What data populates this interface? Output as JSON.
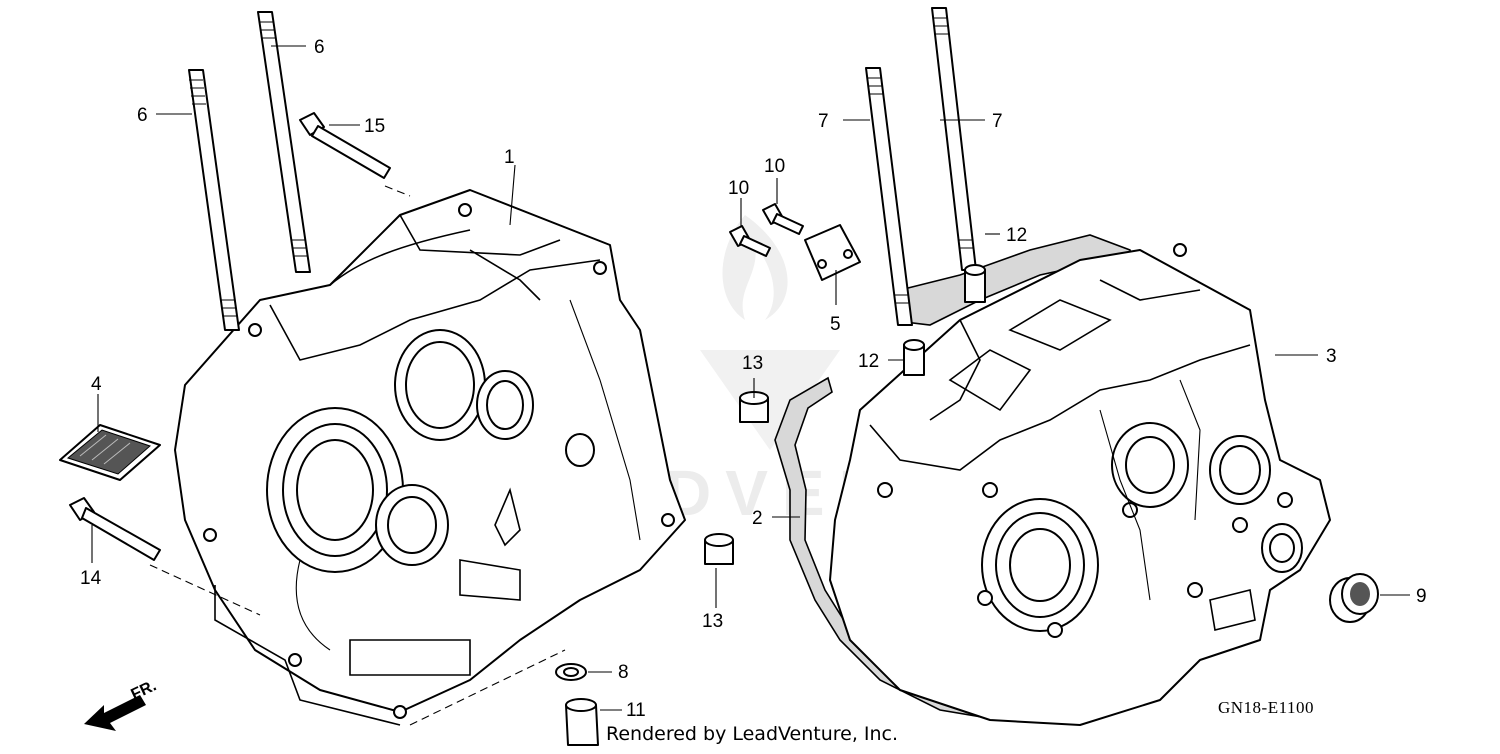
{
  "diagram": {
    "reference_code": "GN18-E1100",
    "credit": "Rendered by LeadVenture, Inc.",
    "front_arrow_label": "FR.",
    "watermark": "LEADVENTURE",
    "callouts": [
      {
        "id": "c1",
        "label": "1"
      },
      {
        "id": "c2",
        "label": "2"
      },
      {
        "id": "c3",
        "label": "3"
      },
      {
        "id": "c4",
        "label": "4"
      },
      {
        "id": "c5",
        "label": "5"
      },
      {
        "id": "c6a",
        "label": "6"
      },
      {
        "id": "c6b",
        "label": "6"
      },
      {
        "id": "c7a",
        "label": "7"
      },
      {
        "id": "c7b",
        "label": "7"
      },
      {
        "id": "c8",
        "label": "8"
      },
      {
        "id": "c9",
        "label": "9"
      },
      {
        "id": "c10a",
        "label": "10"
      },
      {
        "id": "c10b",
        "label": "10"
      },
      {
        "id": "c11",
        "label": "11"
      },
      {
        "id": "c12a",
        "label": "12"
      },
      {
        "id": "c12b",
        "label": "12"
      },
      {
        "id": "c13a",
        "label": "13"
      },
      {
        "id": "c13b",
        "label": "13"
      },
      {
        "id": "c14",
        "label": "14"
      },
      {
        "id": "c15",
        "label": "15"
      }
    ]
  }
}
